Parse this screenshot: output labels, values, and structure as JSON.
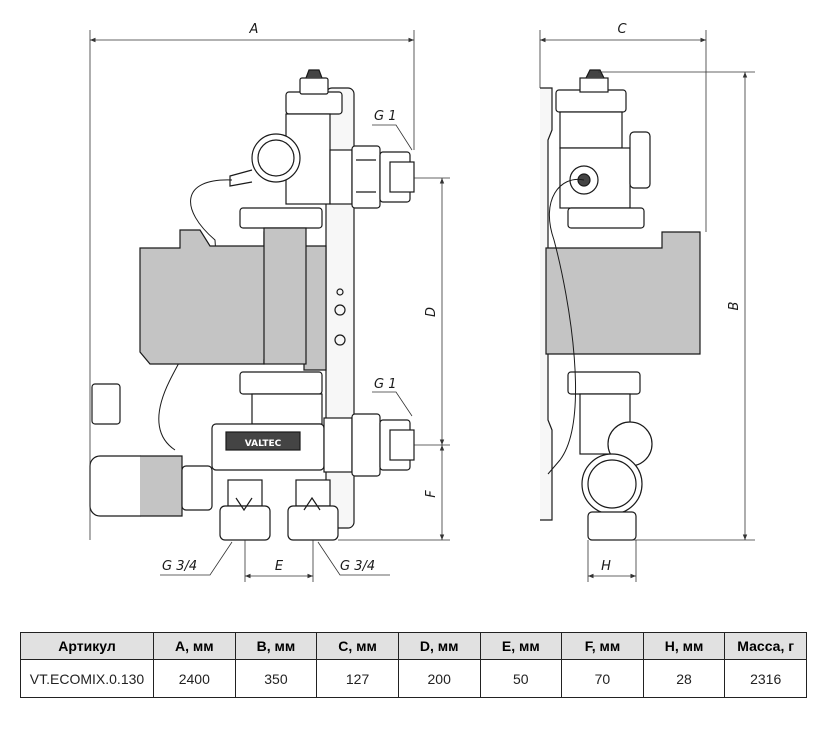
{
  "drawing": {
    "dimensions": {
      "a": "A",
      "b": "B",
      "c": "C",
      "d": "D",
      "e": "E",
      "f": "F",
      "h": "H",
      "g1_top": "G 1",
      "g1_bottom": "G 1",
      "g34_left": "G 3/4",
      "g34_right": "G 3/4"
    },
    "brand_mark": "VALTEC",
    "colors": {
      "line": "#1a1a1a",
      "pump_fill": "#c4c4c4",
      "dim_line": "#333333"
    }
  },
  "table": {
    "headers": [
      "Артикул",
      "A, мм",
      "B, мм",
      "C, мм",
      "D, мм",
      "E, мм",
      "F, мм",
      "H, мм",
      "Масса, г"
    ],
    "rows": [
      [
        "VT.ECOMIX.0.130",
        "2400",
        "350",
        "127",
        "200",
        "50",
        "70",
        "28",
        "2316"
      ]
    ]
  }
}
